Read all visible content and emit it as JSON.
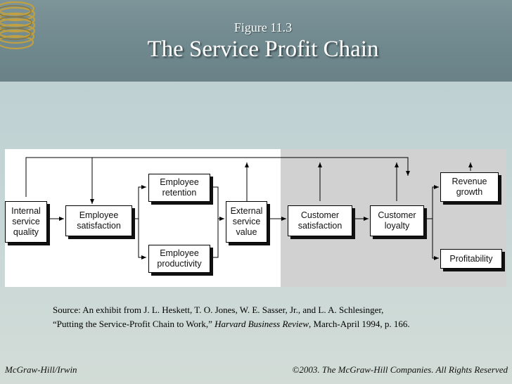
{
  "slide": {
    "figure_label": "Figure 11.3",
    "title": "The Service Profit Chain"
  },
  "diagram": {
    "nodes": {
      "internal_service_quality": "Internal\nservice\nquality",
      "employee_satisfaction": "Employee\nsatisfaction",
      "employee_retention": "Employee\nretention",
      "employee_productivity": "Employee\nproductivity",
      "external_service_value": "External\nservice\nvalue",
      "customer_satisfaction": "Customer\nsatisfaction",
      "customer_loyalty": "Customer\nloyalty",
      "revenue_growth": "Revenue\ngrowth",
      "profitability": "Profitability"
    }
  },
  "source": {
    "line1": "Source:  An exhibit from J. L. Heskett, T. O. Jones, W. E. Sasser, Jr., and L. A. Schlesinger,",
    "line2_start": "“Putting the Service-Profit Chain to Work,” ",
    "journal": "Harvard Business Review",
    "line2_end": ", March-April 1994, p. 166."
  },
  "footer": {
    "publisher": "McGraw-Hill/Irwin",
    "copyright": "©2003. The McGraw-Hill Companies. All Rights Reserved"
  },
  "colors": {
    "header": "#6f888d",
    "body": "#c6d6d6",
    "diagram_gray": "#d1d1d1",
    "ring_gold": "#c7a23a"
  }
}
